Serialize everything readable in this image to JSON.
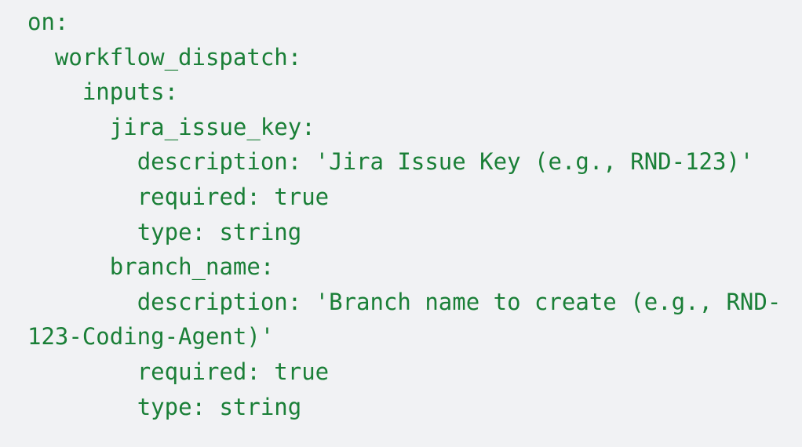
{
  "document": {
    "kind": "yaml-code-block",
    "language": "yaml",
    "colors": {
      "background": "#f1f2f4",
      "text": "#1a7f37"
    },
    "lines": [
      "on:",
      "  workflow_dispatch:",
      "    inputs:",
      "      jira_issue_key:",
      "        description: 'Jira Issue Key (e.g., RND-123)'",
      "        required: true",
      "        type: string",
      "      branch_name:",
      "        description: 'Branch name to create (e.g., RND-123-Coding-Agent)'",
      "        required: true",
      "        type: string"
    ],
    "full_text": "on:\n  workflow_dispatch:\n    inputs:\n      jira_issue_key:\n        description: 'Jira Issue Key (e.g., RND-123)'\n        required: true\n        type: string\n      branch_name:\n        description: 'Branch name to create (e.g., RND-123-Coding-Agent)'\n        required: true\n        type: string"
  }
}
